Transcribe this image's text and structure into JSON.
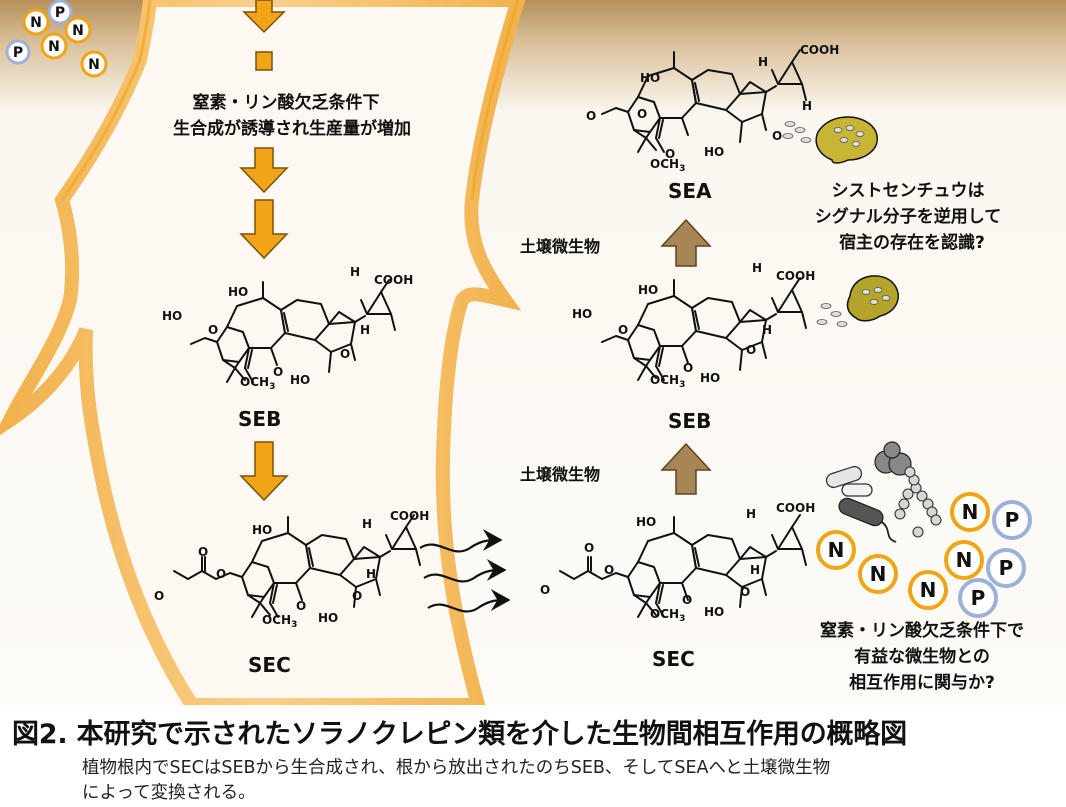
{
  "left_text": [
    "窒素・リン酸欠乏条件下",
    "生合成が誘導され生産量が増加"
  ],
  "right_top_text": [
    "シストセンチュウは",
    "シグナル分子を逆用して",
    "宿主の存在を認識?"
  ],
  "right_bottom_text": [
    "窒素・リン酸欠乏条件下で",
    "有益な微生物との",
    "相互作用に関与か?"
  ],
  "soil_microbe_label": "土壌微生物",
  "compounds": {
    "sea": "SEA",
    "seb": "SEB",
    "sec": "SEC"
  },
  "atoms": {
    "cooh": "COOH",
    "h": "H",
    "ho": "HO",
    "och3": "OCH",
    "o": "O",
    "three": "3"
  },
  "nutrients": {
    "n": "N",
    "p": "P"
  },
  "caption": {
    "title": "図2. 本研究で示されたソラノクレピン類を介した生物間相互作用の概略図",
    "line1": "植物根内でSECはSEBから生合成され、根から放出されたのちSEB、そしてSEAへと土壌微生物",
    "line2": "によって変換される。"
  },
  "colors": {
    "root_fill": "#fdf8f1",
    "soil": "#b78f5a",
    "arrow_orange": "#f0a416",
    "arrow_brown": "#a88554",
    "nitrogen_ring": "#f0a416",
    "phosphorus_ring": "#9db0d9"
  }
}
